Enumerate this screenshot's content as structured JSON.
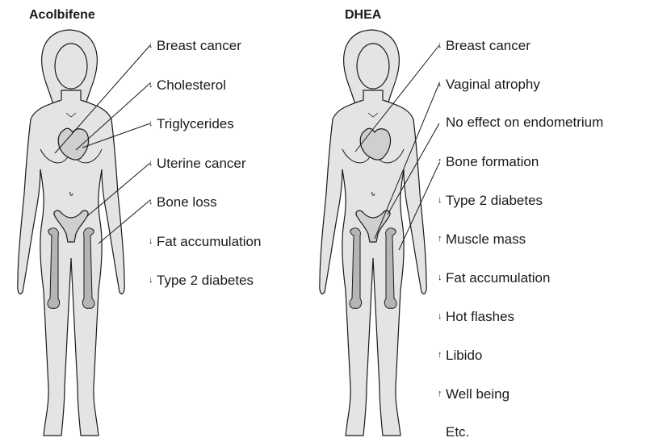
{
  "panels": [
    {
      "title": "Acolbifene",
      "effects": [
        {
          "arrow": "↓",
          "text": "Breast cancer"
        },
        {
          "arrow": "↓",
          "text": "Cholesterol"
        },
        {
          "arrow": "↓",
          "text": "Triglycerides"
        },
        {
          "arrow": "↓",
          "text": "Uterine cancer"
        },
        {
          "arrow": "↓",
          "text": "Bone loss"
        },
        {
          "arrow": "↓",
          "text": "Fat accumulation"
        },
        {
          "arrow": "↓",
          "text": "Type 2 diabetes"
        }
      ]
    },
    {
      "title": "DHEA",
      "effects": [
        {
          "arrow": "↓",
          "text": "Breast cancer"
        },
        {
          "arrow": "↓",
          "text": "Vaginal atrophy"
        },
        {
          "arrow": "",
          "text": "No effect on endometrium"
        },
        {
          "arrow": "↑",
          "text": "Bone formation"
        },
        {
          "arrow": "↓",
          "text": "Type 2 diabetes"
        },
        {
          "arrow": "↑",
          "text": "Muscle mass"
        },
        {
          "arrow": "↓",
          "text": "Fat accumulation"
        },
        {
          "arrow": "↓",
          "text": "Hot flashes"
        },
        {
          "arrow": "↑",
          "text": "Libido"
        },
        {
          "arrow": "↑",
          "text": "Well being"
        },
        {
          "arrow": "",
          "text": "Etc."
        }
      ]
    }
  ],
  "colors": {
    "body_fill": "#e4e4e4",
    "outline": "#1a1a1a",
    "organ_fill": "#cfcfcf",
    "bone_fill": "#b5b5b5"
  }
}
